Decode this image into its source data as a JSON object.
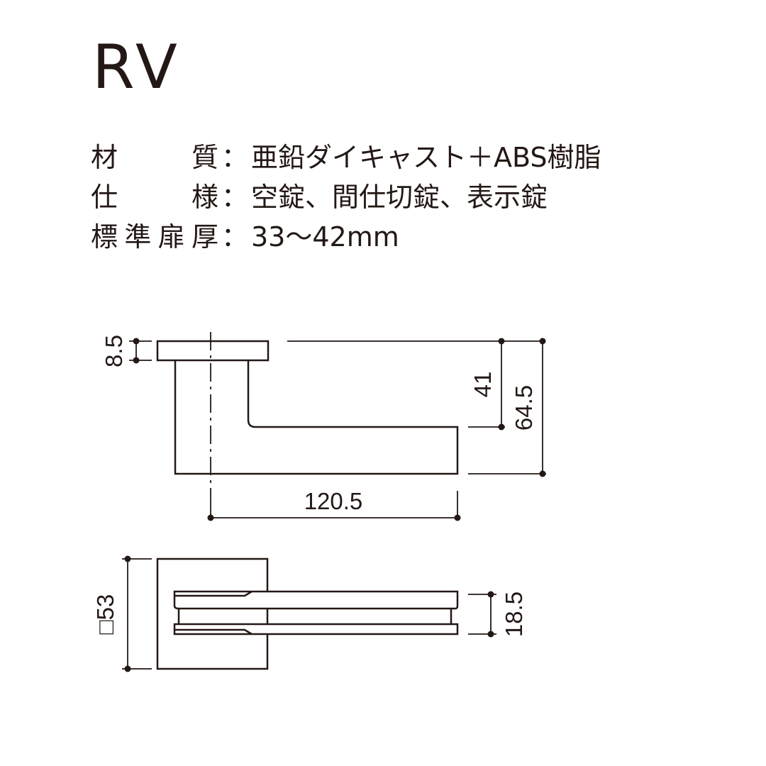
{
  "model": "RV",
  "specs": [
    {
      "label": "材　　質",
      "value": "亜鉛ダイキャスト＋ABS樹脂"
    },
    {
      "label": "仕　　様",
      "value": "空錠、間仕切錠、表示錠"
    },
    {
      "label": "標準扉厚",
      "value": "33〜42mm"
    }
  ],
  "colon": "：",
  "dimensions": {
    "rose_thickness": "8.5",
    "lever_drop": "41",
    "overall_height": "64.5",
    "lever_length": "120.5",
    "rose_square": "□53",
    "lever_width": "18.5"
  },
  "colors": {
    "line": "#231815",
    "background": "#ffffff"
  }
}
